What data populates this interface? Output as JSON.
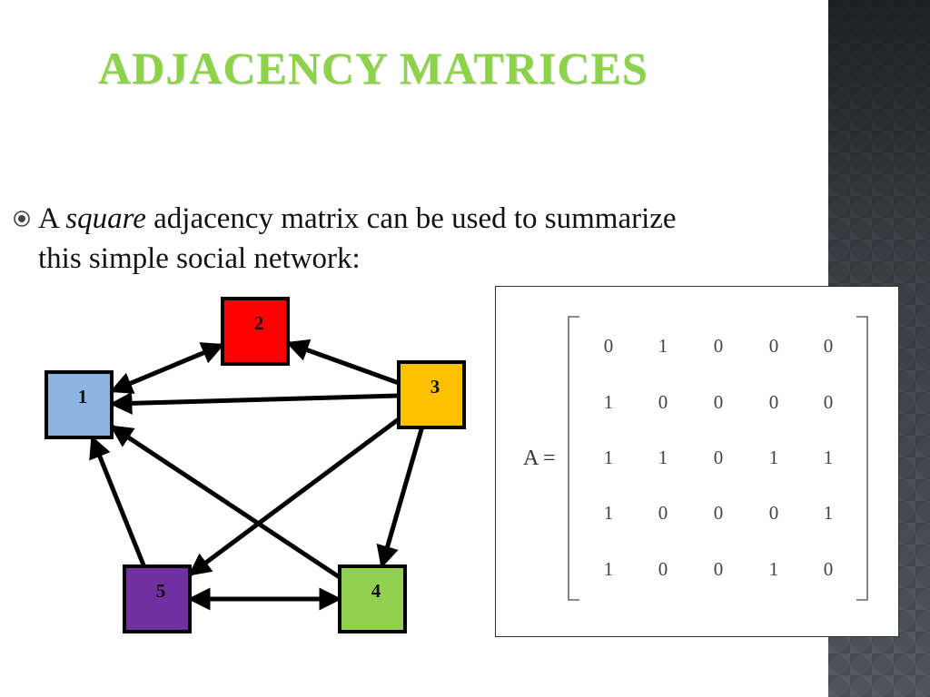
{
  "slide": {
    "title": "ADJACENCY MATRICES",
    "bullet": {
      "prefix": "A",
      "emphasis": "square",
      "line1_rest": "adjacency matrix can be used to summarize",
      "line2": "this simple social network:"
    },
    "colors": {
      "title": "#8dd34a",
      "side_band": "#4a5058"
    }
  },
  "graph": {
    "nodes": [
      {
        "id": "1",
        "label": "1",
        "color": "#8db3e2"
      },
      {
        "id": "2",
        "label": "2",
        "color": "#ff0000"
      },
      {
        "id": "3",
        "label": "3",
        "color": "#ffc000"
      },
      {
        "id": "4",
        "label": "4",
        "color": "#92d050"
      },
      {
        "id": "5",
        "label": "5",
        "color": "#7030a0"
      }
    ],
    "edges": [
      {
        "from": "1",
        "to": "2"
      },
      {
        "from": "2",
        "to": "1"
      },
      {
        "from": "3",
        "to": "1"
      },
      {
        "from": "3",
        "to": "2"
      },
      {
        "from": "3",
        "to": "4"
      },
      {
        "from": "3",
        "to": "5"
      },
      {
        "from": "4",
        "to": "1"
      },
      {
        "from": "4",
        "to": "5"
      },
      {
        "from": "5",
        "to": "1"
      },
      {
        "from": "5",
        "to": "4"
      }
    ]
  },
  "matrix": {
    "label": "A =",
    "rows": [
      [
        "0",
        "1",
        "0",
        "0",
        "0"
      ],
      [
        "1",
        "0",
        "0",
        "0",
        "0"
      ],
      [
        "1",
        "1",
        "0",
        "1",
        "1"
      ],
      [
        "1",
        "0",
        "0",
        "0",
        "1"
      ],
      [
        "1",
        "0",
        "0",
        "1",
        "0"
      ]
    ]
  }
}
